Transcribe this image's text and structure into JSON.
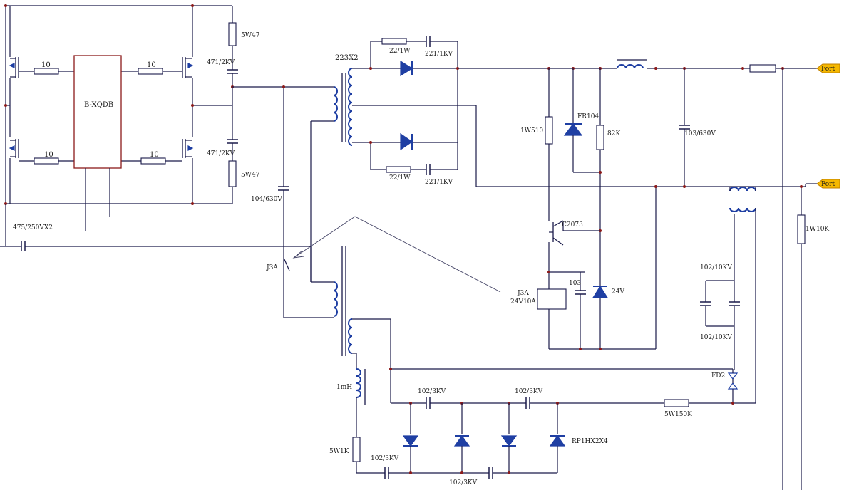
{
  "diagram": {
    "ic_label": "B-XQDB",
    "gate_resistors": [
      "10",
      "10",
      "10",
      "10"
    ],
    "snubber_top": {
      "resistor": "5W47",
      "capacitor": "471/2KV"
    },
    "snubber_bottom": {
      "resistor": "5W47",
      "capacitor": "471/2KV"
    },
    "input_cap": "475/250VX2",
    "series_cap": "104/630V",
    "transformer": "223X2",
    "sec_resistor_top": "22/1W",
    "sec_cap_top": "221/1KV",
    "sec_resistor_bottom": "22/1W",
    "sec_cap_bottom": "221/1KV",
    "r_1w510": "1W510",
    "diode_fr104": "FR104",
    "r_82k": "82K",
    "out_cap": "103/630V",
    "port_top": "Fort",
    "port_bottom": "Fort",
    "bleeder": "1W10K",
    "transistor": "C2073",
    "relay_contact": "J3A",
    "relay_coil": [
      "J3A",
      "24V10A"
    ],
    "cap_103": "103",
    "zener": "24V",
    "hv_caps": [
      "102/10KV",
      "102/10KV"
    ],
    "fd2": "FD2",
    "inductor_1mh": "1mH",
    "r_5w1k": "5W1K",
    "mult_cap_top_1": "102/3KV",
    "mult_cap_top_2": "102/3KV",
    "mult_cap_bottom_1": "102/3KV",
    "mult_cap_bottom_2": "102/3KV",
    "r_5w150k": "5W150K",
    "mult_diodes": "RP1HX2X4"
  }
}
